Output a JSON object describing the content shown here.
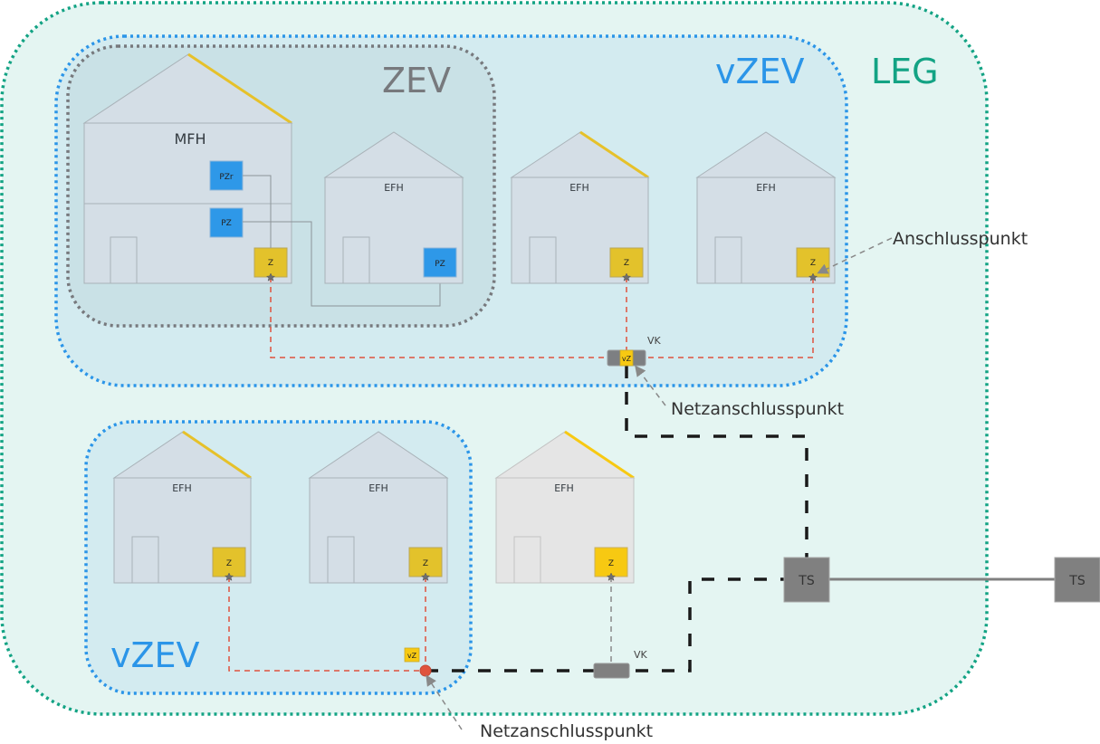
{
  "diagram": {
    "colors": {
      "leg": "#13a384",
      "vzev": "#2b95e8",
      "zev": "#77797d",
      "pv_roof": "#e6c12a",
      "meter": "#e3c22b",
      "meter_bright": "#f7c912",
      "private_meter": "#2e98e8",
      "internal_line": "#e0533d",
      "grid_line": "#1a1a1a",
      "station": "#808080"
    },
    "groups": {
      "leg": {
        "label": "LEG"
      },
      "vzev_top": {
        "label": "vZEV"
      },
      "zev": {
        "label": "ZEV"
      },
      "vzev_bottom": {
        "label": "vZEV"
      }
    },
    "buildings": [
      {
        "id": "mfh",
        "label": "MFH",
        "pv": true,
        "meter": "Z",
        "private_meters": [
          "PZr",
          "PZ"
        ]
      },
      {
        "id": "efh1",
        "label": "EFH",
        "pv": false,
        "private_meters": [
          "PZ"
        ]
      },
      {
        "id": "efh2",
        "label": "EFH",
        "pv": true,
        "meter": "Z"
      },
      {
        "id": "efh3",
        "label": "EFH",
        "pv": false,
        "meter": "Z"
      },
      {
        "id": "efh4",
        "label": "EFH",
        "pv": true,
        "meter": "Z"
      },
      {
        "id": "efh5",
        "label": "EFH",
        "pv": false,
        "meter": "Z"
      },
      {
        "id": "efh6",
        "label": "EFH",
        "pv": true,
        "meter": "Z"
      }
    ],
    "virtual_meter_label": "vZ",
    "distribution_cabinet_label": "VK",
    "transformer_label": "TS",
    "annotations": {
      "connection_point": "Anschlusspunkt",
      "grid_connection_point_top": "Netzanschlusspunkt",
      "grid_connection_point_bottom": "Netzanschlusspunkt"
    }
  }
}
